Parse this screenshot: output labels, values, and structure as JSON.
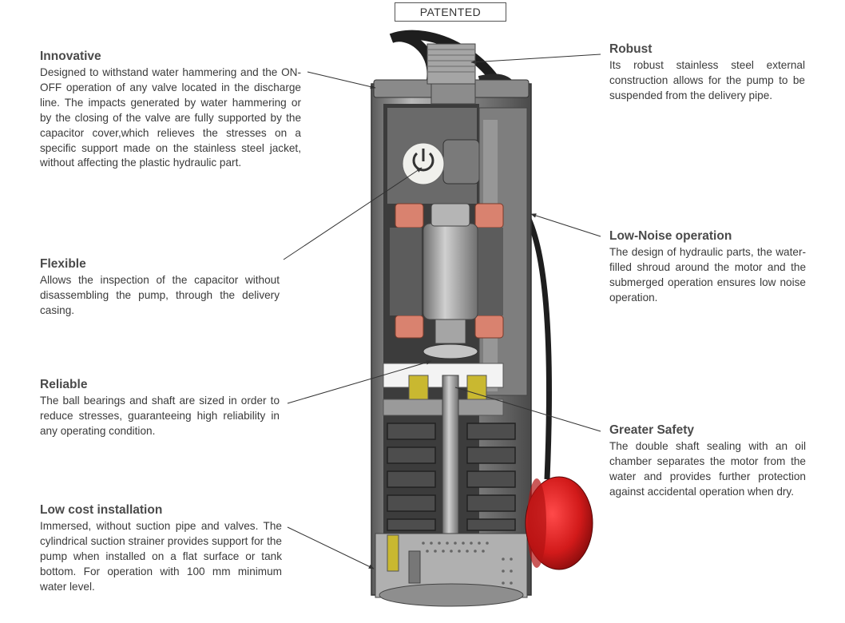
{
  "badge": {
    "text": "PATENTED"
  },
  "features": {
    "innovative": {
      "title": "Innovative",
      "text": "Designed to withstand water hammering and the ON-OFF operation of any valve located in the discharge line. The impacts generated by water hammering or by the closing of the valve are fully supported by the capacitor cover,which relieves the stresses on a specific support made on the stainless steel jacket, without affecting the plastic hydraulic part."
    },
    "flexible": {
      "title": "Flexible",
      "text": "Allows the inspection of the capacitor without disassembling the pump, through the delivery casing."
    },
    "reliable": {
      "title": "Reliable",
      "text": "The ball bearings and shaft are sized in order to reduce stresses, guaranteeing high reliability in any operating condition."
    },
    "low_cost": {
      "title": "Low cost installation",
      "text": "Immersed, without suction pipe and valves. The cylindrical suction strainer provides support for the pump when installed on a flat surface or tank bottom. For operation with 100 mm minimum water level."
    },
    "robust": {
      "title": "Robust",
      "text": "Its robust stainless steel external construction allows for the pump to be suspended from the delivery pipe."
    },
    "low_noise": {
      "title": "Low-Noise operation",
      "text": "The design of hydraulic parts, the water-filled shroud around the motor and the submerged operation ensures low noise operation."
    },
    "safety": {
      "title": "Greater Safety",
      "text": "The double shaft sealing with an oil chamber separates the motor from the water and provides further protection against accidental operation when dry."
    }
  },
  "colors": {
    "steel": "#9a9a9a",
    "steel_dark": "#4a4a4a",
    "copper": "#d9826f",
    "float_red": "#d42020",
    "seal_yellow": "#c9b830"
  }
}
